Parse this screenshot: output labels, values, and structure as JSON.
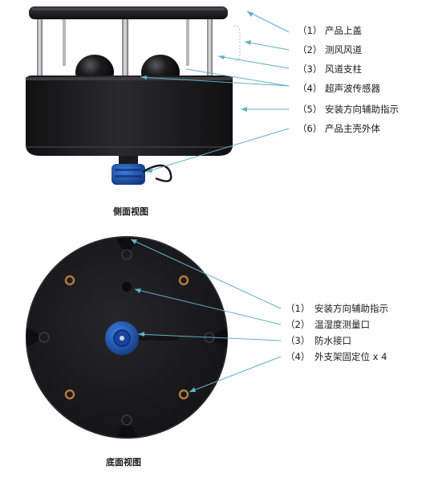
{
  "side_view": {
    "caption": "侧面视图",
    "labels": [
      {
        "num": "（1）",
        "text": "产品上盖"
      },
      {
        "num": "（2）",
        "text": "测风风道"
      },
      {
        "num": "（3）",
        "text": "风道支柱"
      },
      {
        "num": "（4）",
        "text": "超声波传感器"
      },
      {
        "num": "（5）",
        "text": "安装方向辅助指示"
      },
      {
        "num": "（6）",
        "text": "产品主壳外体"
      }
    ]
  },
  "bottom_view": {
    "caption": "底面视图",
    "labels": [
      {
        "num": "（1）",
        "text": "安装方向辅助指示"
      },
      {
        "num": "（2）",
        "text": "温湿度测量口"
      },
      {
        "num": "（3）",
        "text": "防水接口"
      },
      {
        "num": "（4）",
        "text": "外支架固定位 x 4"
      }
    ]
  },
  "colors": {
    "body": "#1e1e20",
    "connector": "#1f4fa8",
    "leader": "#5fb0c9",
    "screw": "#b07a3a"
  }
}
